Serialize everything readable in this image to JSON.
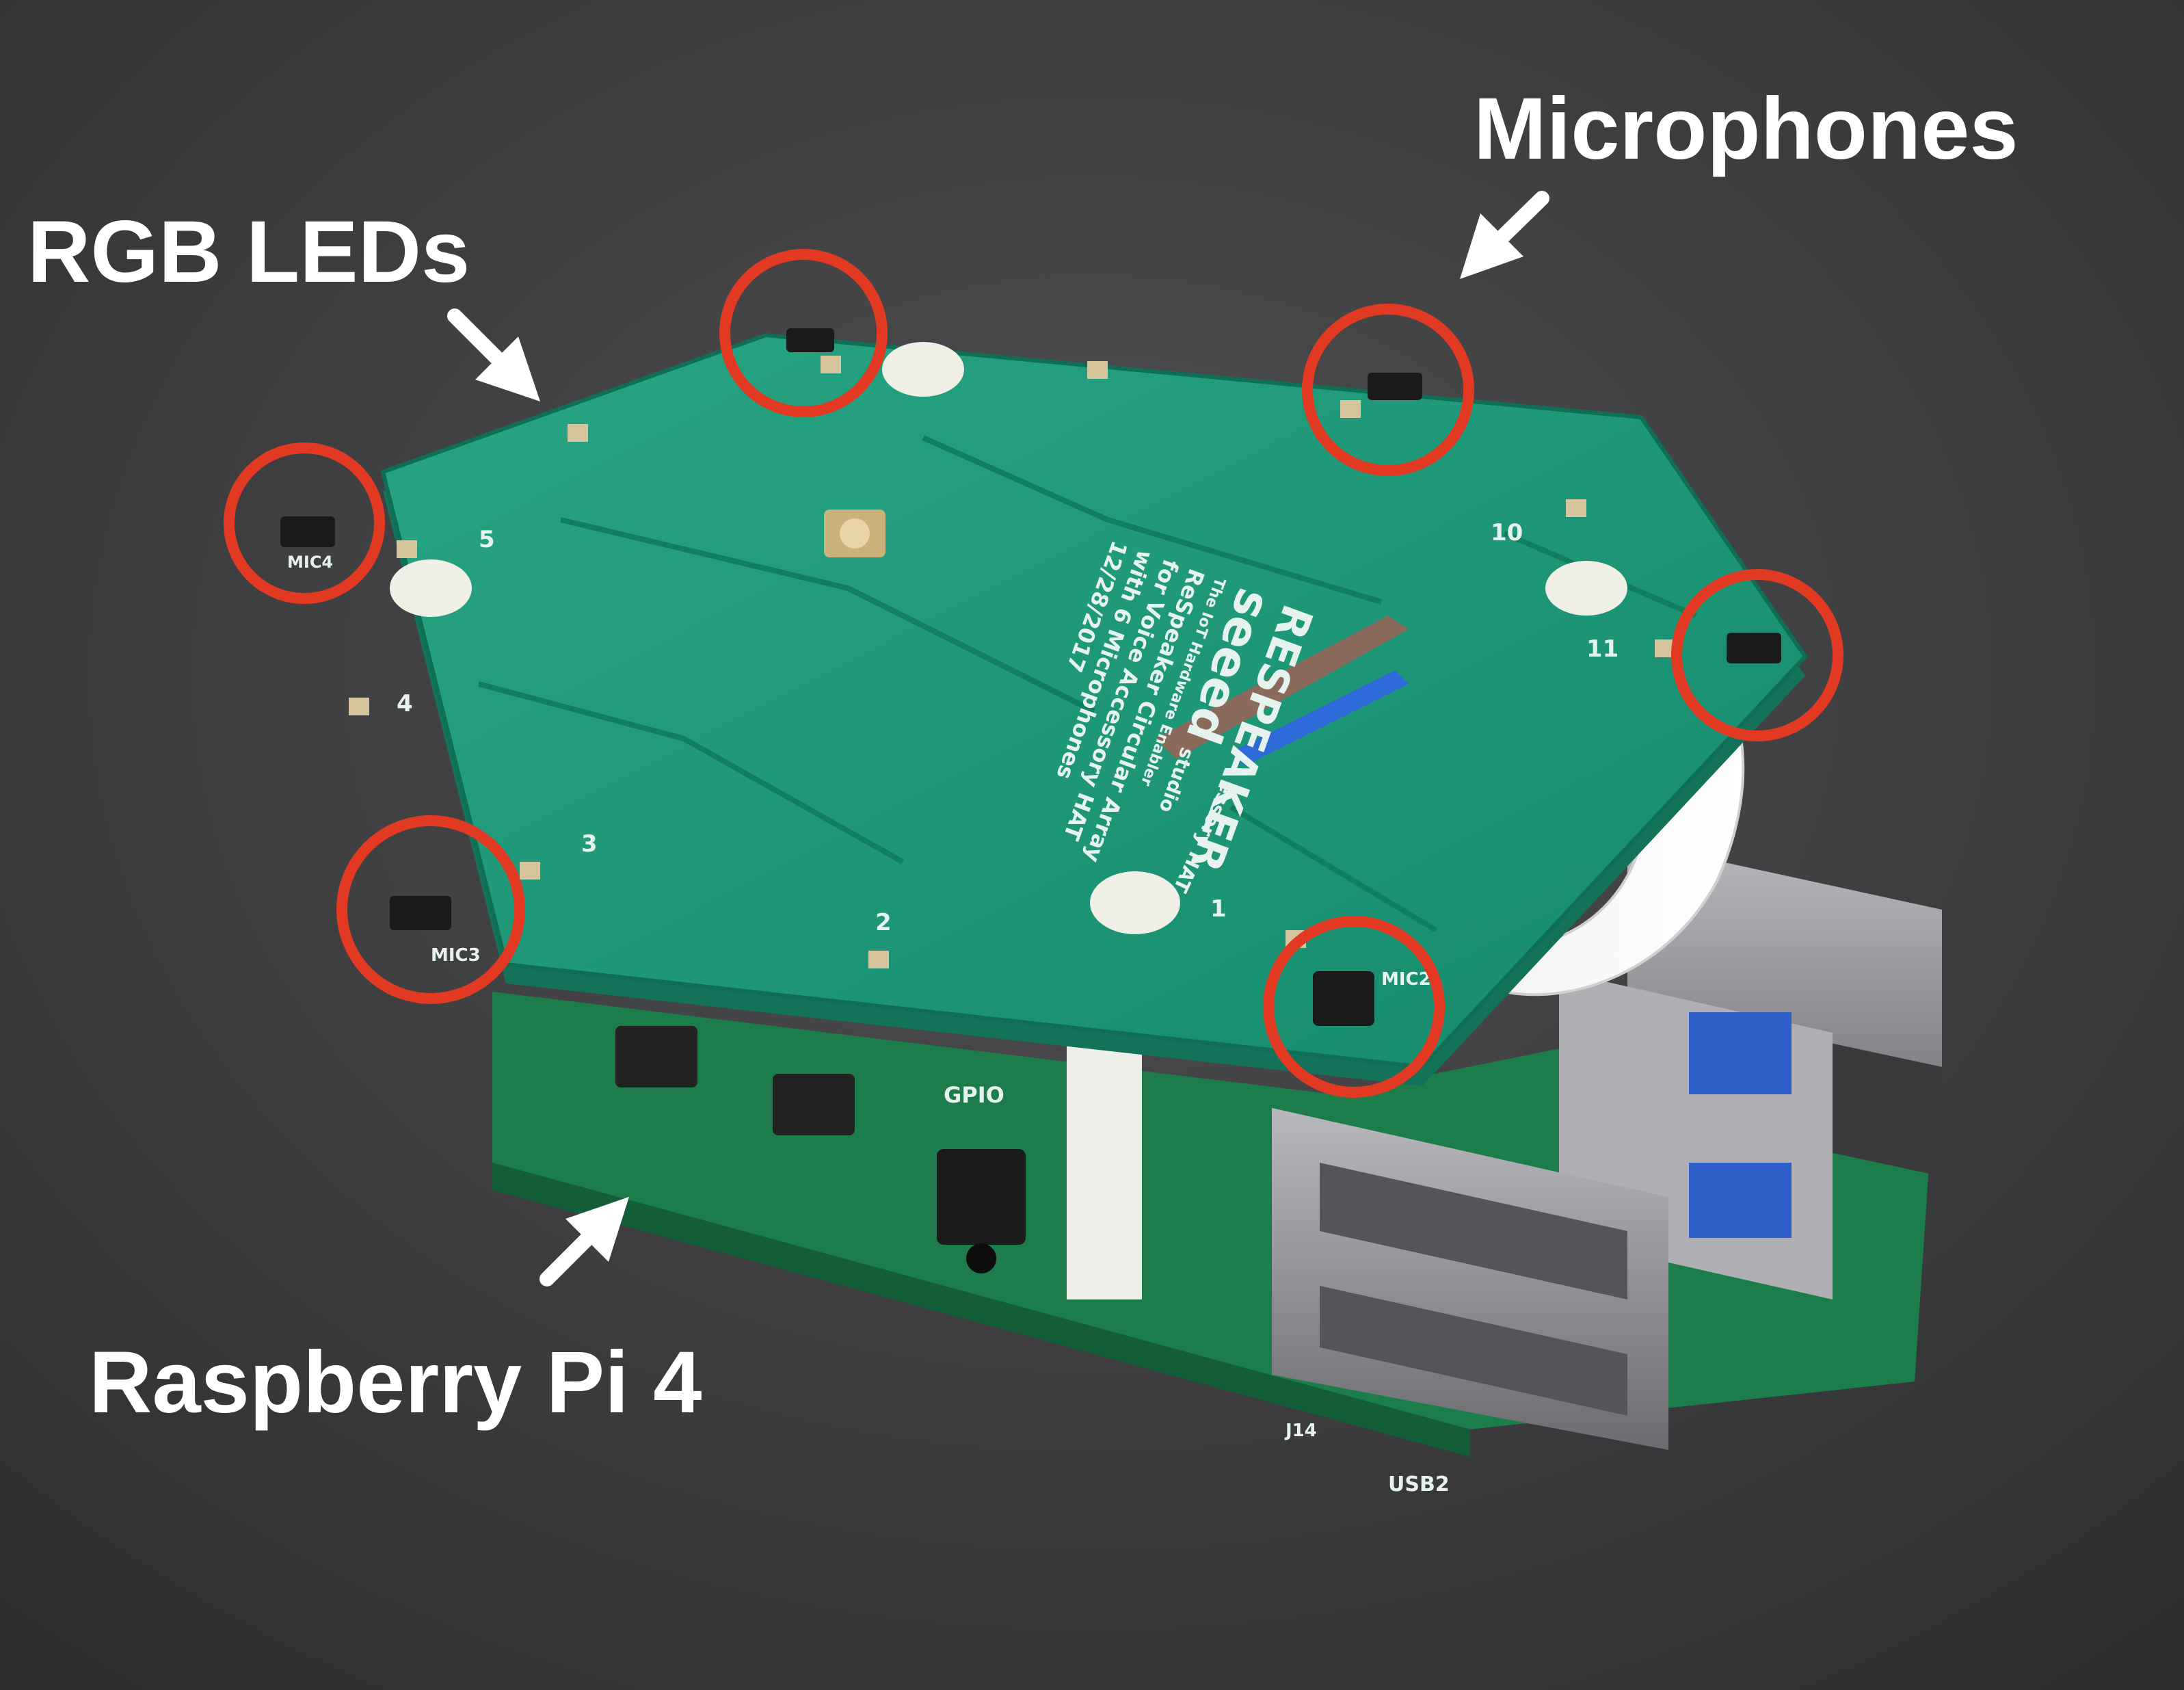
{
  "labels": {
    "rgb_leds": "RGB LEDs",
    "microphones": "Microphones",
    "raspberry_pi": "Raspberry Pi 4"
  },
  "board": {
    "brand": "RESPEAKER",
    "maker": "seeed",
    "maker_suffix": "studio",
    "tagline": "The IoT Hardware Enabler",
    "product_line1": "ReSpeaker Circular Array",
    "product_line2": "for Voice Accessory HAT",
    "product_line3": "with 6 Microphones",
    "date": "12/28/2017",
    "connector_label": "essory HAT",
    "led_numbers": [
      "1",
      "2",
      "3",
      "4",
      "5",
      "10",
      "11"
    ],
    "mic_labels": [
      "MIC3",
      "MIC2",
      "MIC4"
    ],
    "pi_labels": [
      "GPIO",
      "USB2",
      "J14"
    ]
  },
  "colors": {
    "background": "#3a3a3c",
    "pcb_green": "#1e9b7c",
    "highlight_circle": "#e23a22",
    "label_text": "#ffffff",
    "pi_board": "#1f8a52",
    "ribbon": "#f2f2f2"
  }
}
